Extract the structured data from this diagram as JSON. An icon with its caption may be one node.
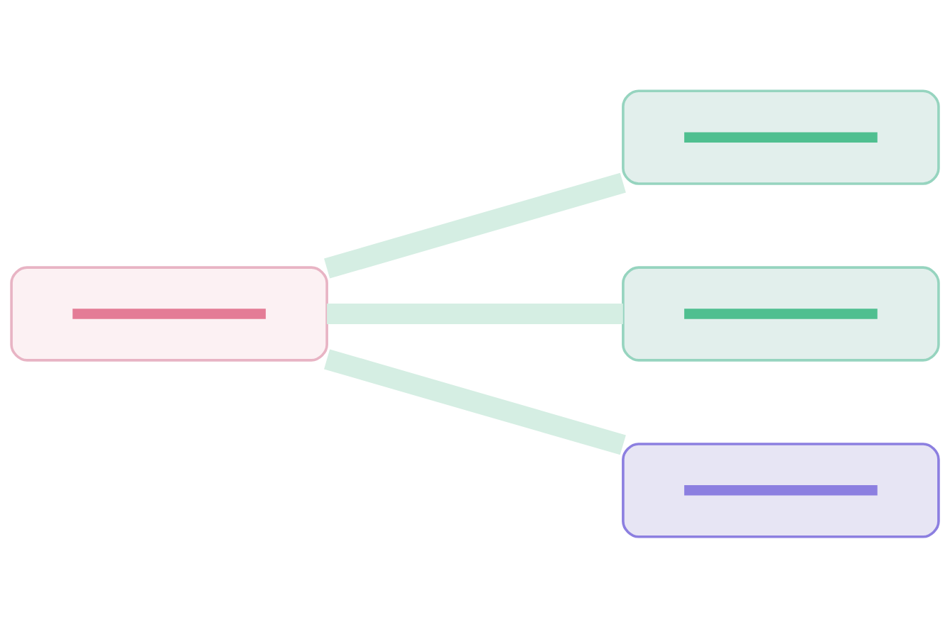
{
  "diagram": {
    "nodes": [
      {
        "text": [],
        "shape": "box"
      },
      {
        "text": [],
        "shape": "box"
      },
      {
        "text": [],
        "shape": "box"
      },
      {
        "text": [],
        "shape": "box"
      }
    ],
    "edges": [
      {
        "from": 0,
        "to": 1,
        "arrow": "none"
      },
      {
        "from": 0,
        "to": 2,
        "arrow": "none"
      },
      {
        "from": 0,
        "to": 3,
        "arrow": "none"
      }
    ]
  }
}
